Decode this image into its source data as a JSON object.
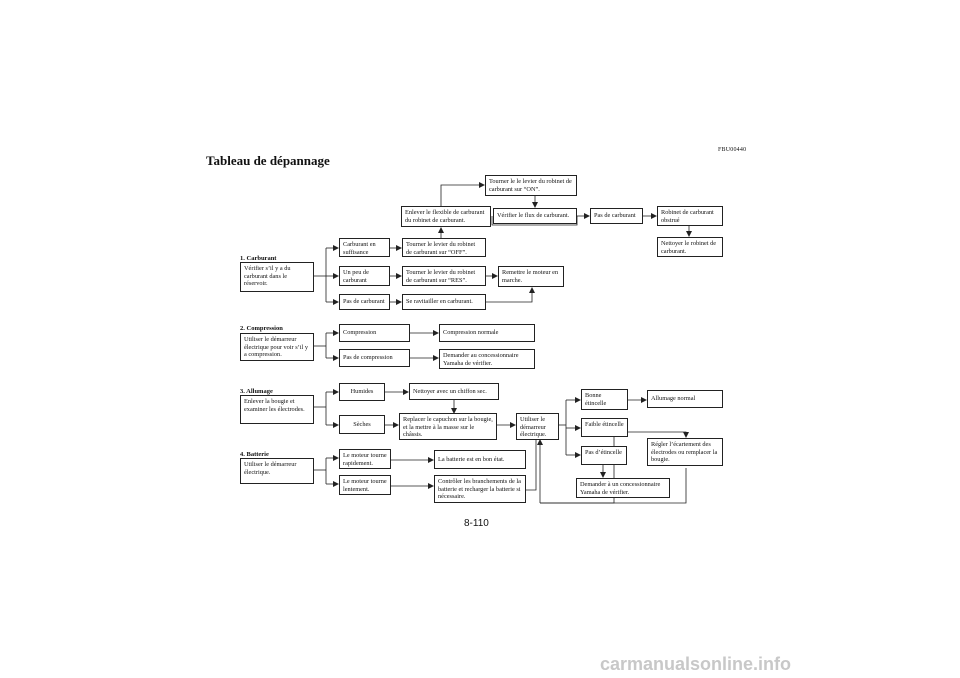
{
  "doc_code": "FBU00440",
  "title": "Tableau de dépannage",
  "page_number": "8-110",
  "watermark": "carmanualsonline.info",
  "sections": {
    "fuel": "1. Carburant",
    "compression": "2. Compression",
    "ignition": "3. Allumage",
    "battery": "4. Batterie"
  },
  "boxes": {
    "fuel_check": "Vérifier s’il y a du carburant dans le réservoir.",
    "fuel_enough": "Carburant en suffisance",
    "fuel_little": "Un peu de carburant",
    "fuel_none": "Pas de carburant",
    "lever_off": "Tourner le levier du robinet de carburant sur “OFF”.",
    "lever_res": "Tourner le levier du robinet de carburant sur “RES”.",
    "refuel": "Se ravitailler en carburant.",
    "restart": "Remettre le moteur en marche.",
    "remove_hose": "Enlever le flexible de carburant du robinet de carburant.",
    "lever_on": "Tourner le le levier du  robinet de carburant sur “ON”.",
    "check_flow": "Vérifier le flux de carburant.",
    "no_fuel": "Pas de carburant",
    "cock_clogged": "Robinet de carburant obstrué",
    "clean_cock": "Nettoyer le robinet de carburant.",
    "comp_check": "Utiliser le démarreur électrique pour voir s’il y a compression.",
    "comp_yes": "Compression",
    "comp_normal": "Compression normale",
    "comp_no": "Pas de compression",
    "comp_dealer": "Demander au concessionnaire Yamaha de vérifier.",
    "plug_check": "Enlever la bougie et examiner les électrodes.",
    "wet": "Humides",
    "dry": "Sèches",
    "wipe": "Nettoyer avec un chiffon sec.",
    "replace_cap": "Replacer le capuchon sur la bougie, et la mettre à la masse sur le châssis.",
    "use_starter": "Utiliser le démarreur électrique.",
    "good_spark": "Bonne étincelle",
    "weak_spark": "Faible étincelle",
    "no_spark": "Pas d’étincelle",
    "normal_ign": "Allumage normal",
    "adjust_gap": "Régler l’écartement des électrodes ou remplacer la bougie.",
    "ign_dealer": "Demander à un concessionnaire Yamaha de vérifier.",
    "batt_check": "Utiliser le démarreur électrique.",
    "fast": "Le moteur tourne rapidement.",
    "batt_ok": "La batterie est en bon état.",
    "slow": "Le moteur tourne lentement.",
    "check_batt": "Contrôler les branchements de la batterie et recharger la batterie si nécessaire."
  }
}
